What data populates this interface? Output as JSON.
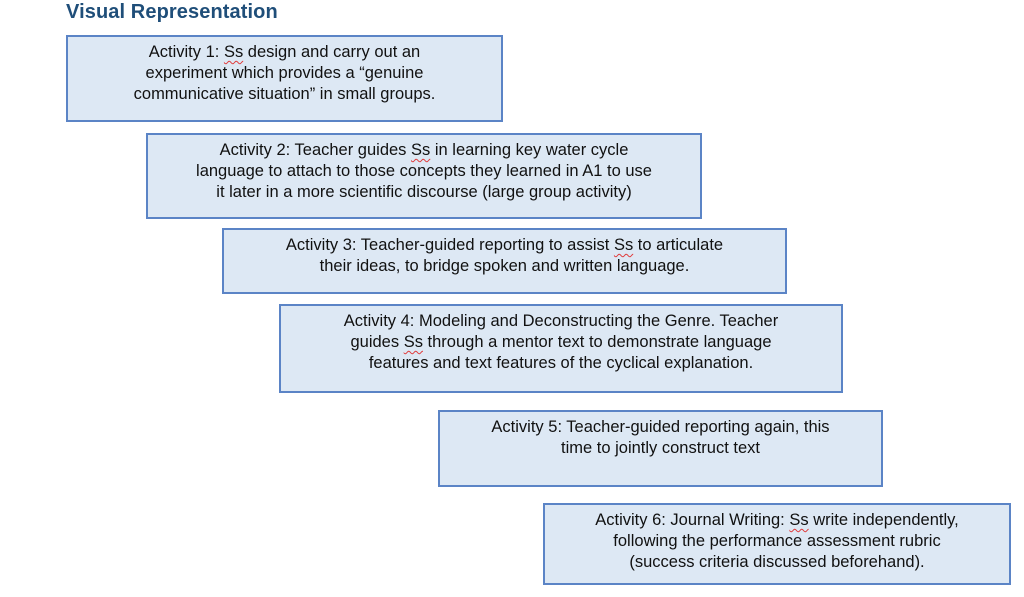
{
  "title": "Visual Representation",
  "colors": {
    "title": "#1f4e79",
    "box_fill": "#dde8f4",
    "box_border": "#5b84c6",
    "spellcheck_underline": "#e03a3a"
  },
  "activities": [
    {
      "label": "Activity 1",
      "lines": [
        [
          "Activity 1: ",
          "Ss",
          " design and carry out an"
        ],
        [
          "experiment which provides a “genuine"
        ],
        [
          "communicative situation” in small groups."
        ]
      ]
    },
    {
      "label": "Activity 2",
      "lines": [
        [
          "Activity 2: Teacher guides ",
          "Ss",
          " in learning key water cycle"
        ],
        [
          "language to attach to those concepts they learned in A1 to use"
        ],
        [
          "it later in a more scientific discourse (large group activity)"
        ]
      ]
    },
    {
      "label": "Activity 3",
      "lines": [
        [
          "Activity 3: Teacher-guided reporting to assist ",
          "Ss",
          " to articulate"
        ],
        [
          "their ideas, to bridge spoken and written language."
        ]
      ]
    },
    {
      "label": "Activity 4",
      "lines": [
        [
          "Activity 4: Modeling and Deconstructing the Genre. Teacher"
        ],
        [
          "guides ",
          "Ss",
          " through a mentor text to demonstrate language"
        ],
        [
          "features and text features of the cyclical explanation."
        ]
      ]
    },
    {
      "label": "Activity 5",
      "lines": [
        [
          "Activity 5: Teacher-guided reporting again, this"
        ],
        [
          "time to jointly construct text"
        ]
      ]
    },
    {
      "label": "Activity 6",
      "lines": [
        [
          "Activity 6: Journal Writing: ",
          "Ss",
          " write independently,"
        ],
        [
          "following the performance assessment rubric"
        ],
        [
          "(success criteria discussed beforehand)."
        ]
      ]
    }
  ]
}
